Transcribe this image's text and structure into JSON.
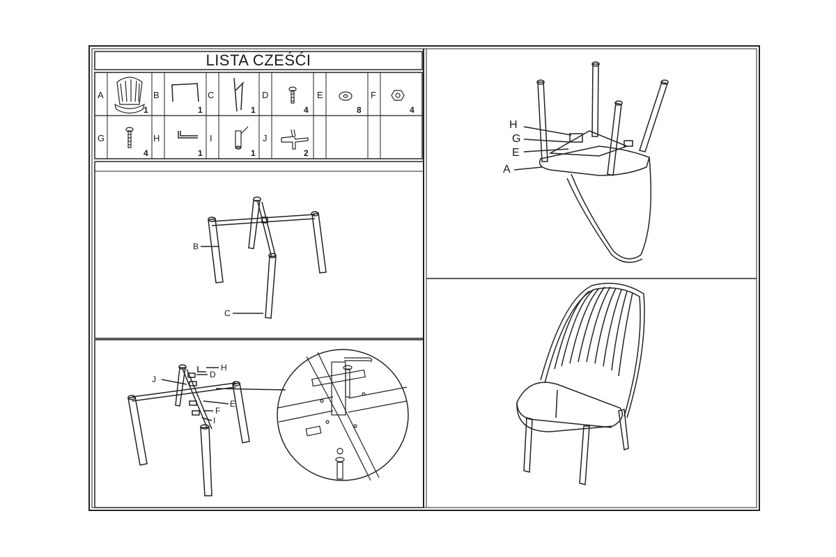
{
  "title": "LISTA CZEŚĆI",
  "parts": [
    {
      "letter": "A",
      "qty": "1",
      "icon": "seat-icon"
    },
    {
      "letter": "B",
      "qty": "1",
      "icon": "leg-frame-b-icon"
    },
    {
      "letter": "C",
      "qty": "1",
      "icon": "leg-frame-c-icon"
    },
    {
      "letter": "D",
      "qty": "4",
      "icon": "bolt-icon"
    },
    {
      "letter": "E",
      "qty": "8",
      "icon": "washer-icon"
    },
    {
      "letter": "F",
      "qty": "4",
      "icon": "nut-icon"
    },
    {
      "letter": "G",
      "qty": "4",
      "icon": "screw-icon"
    },
    {
      "letter": "H",
      "qty": "1",
      "icon": "allen-key-icon"
    },
    {
      "letter": "I",
      "qty": "1",
      "icon": "wrench-icon"
    },
    {
      "letter": "J",
      "qty": "2",
      "icon": "cross-bracket-icon"
    }
  ],
  "step1": {
    "callout_b": "B",
    "callout_c": "C"
  },
  "step2": {
    "callout_h": "H",
    "callout_d": "D",
    "callout_j": "J",
    "callout_e": "E",
    "callout_f": "F",
    "callout_i": "I"
  },
  "step3": {
    "callout_h": "H",
    "callout_g": "G",
    "callout_e": "E",
    "callout_a": "A"
  }
}
